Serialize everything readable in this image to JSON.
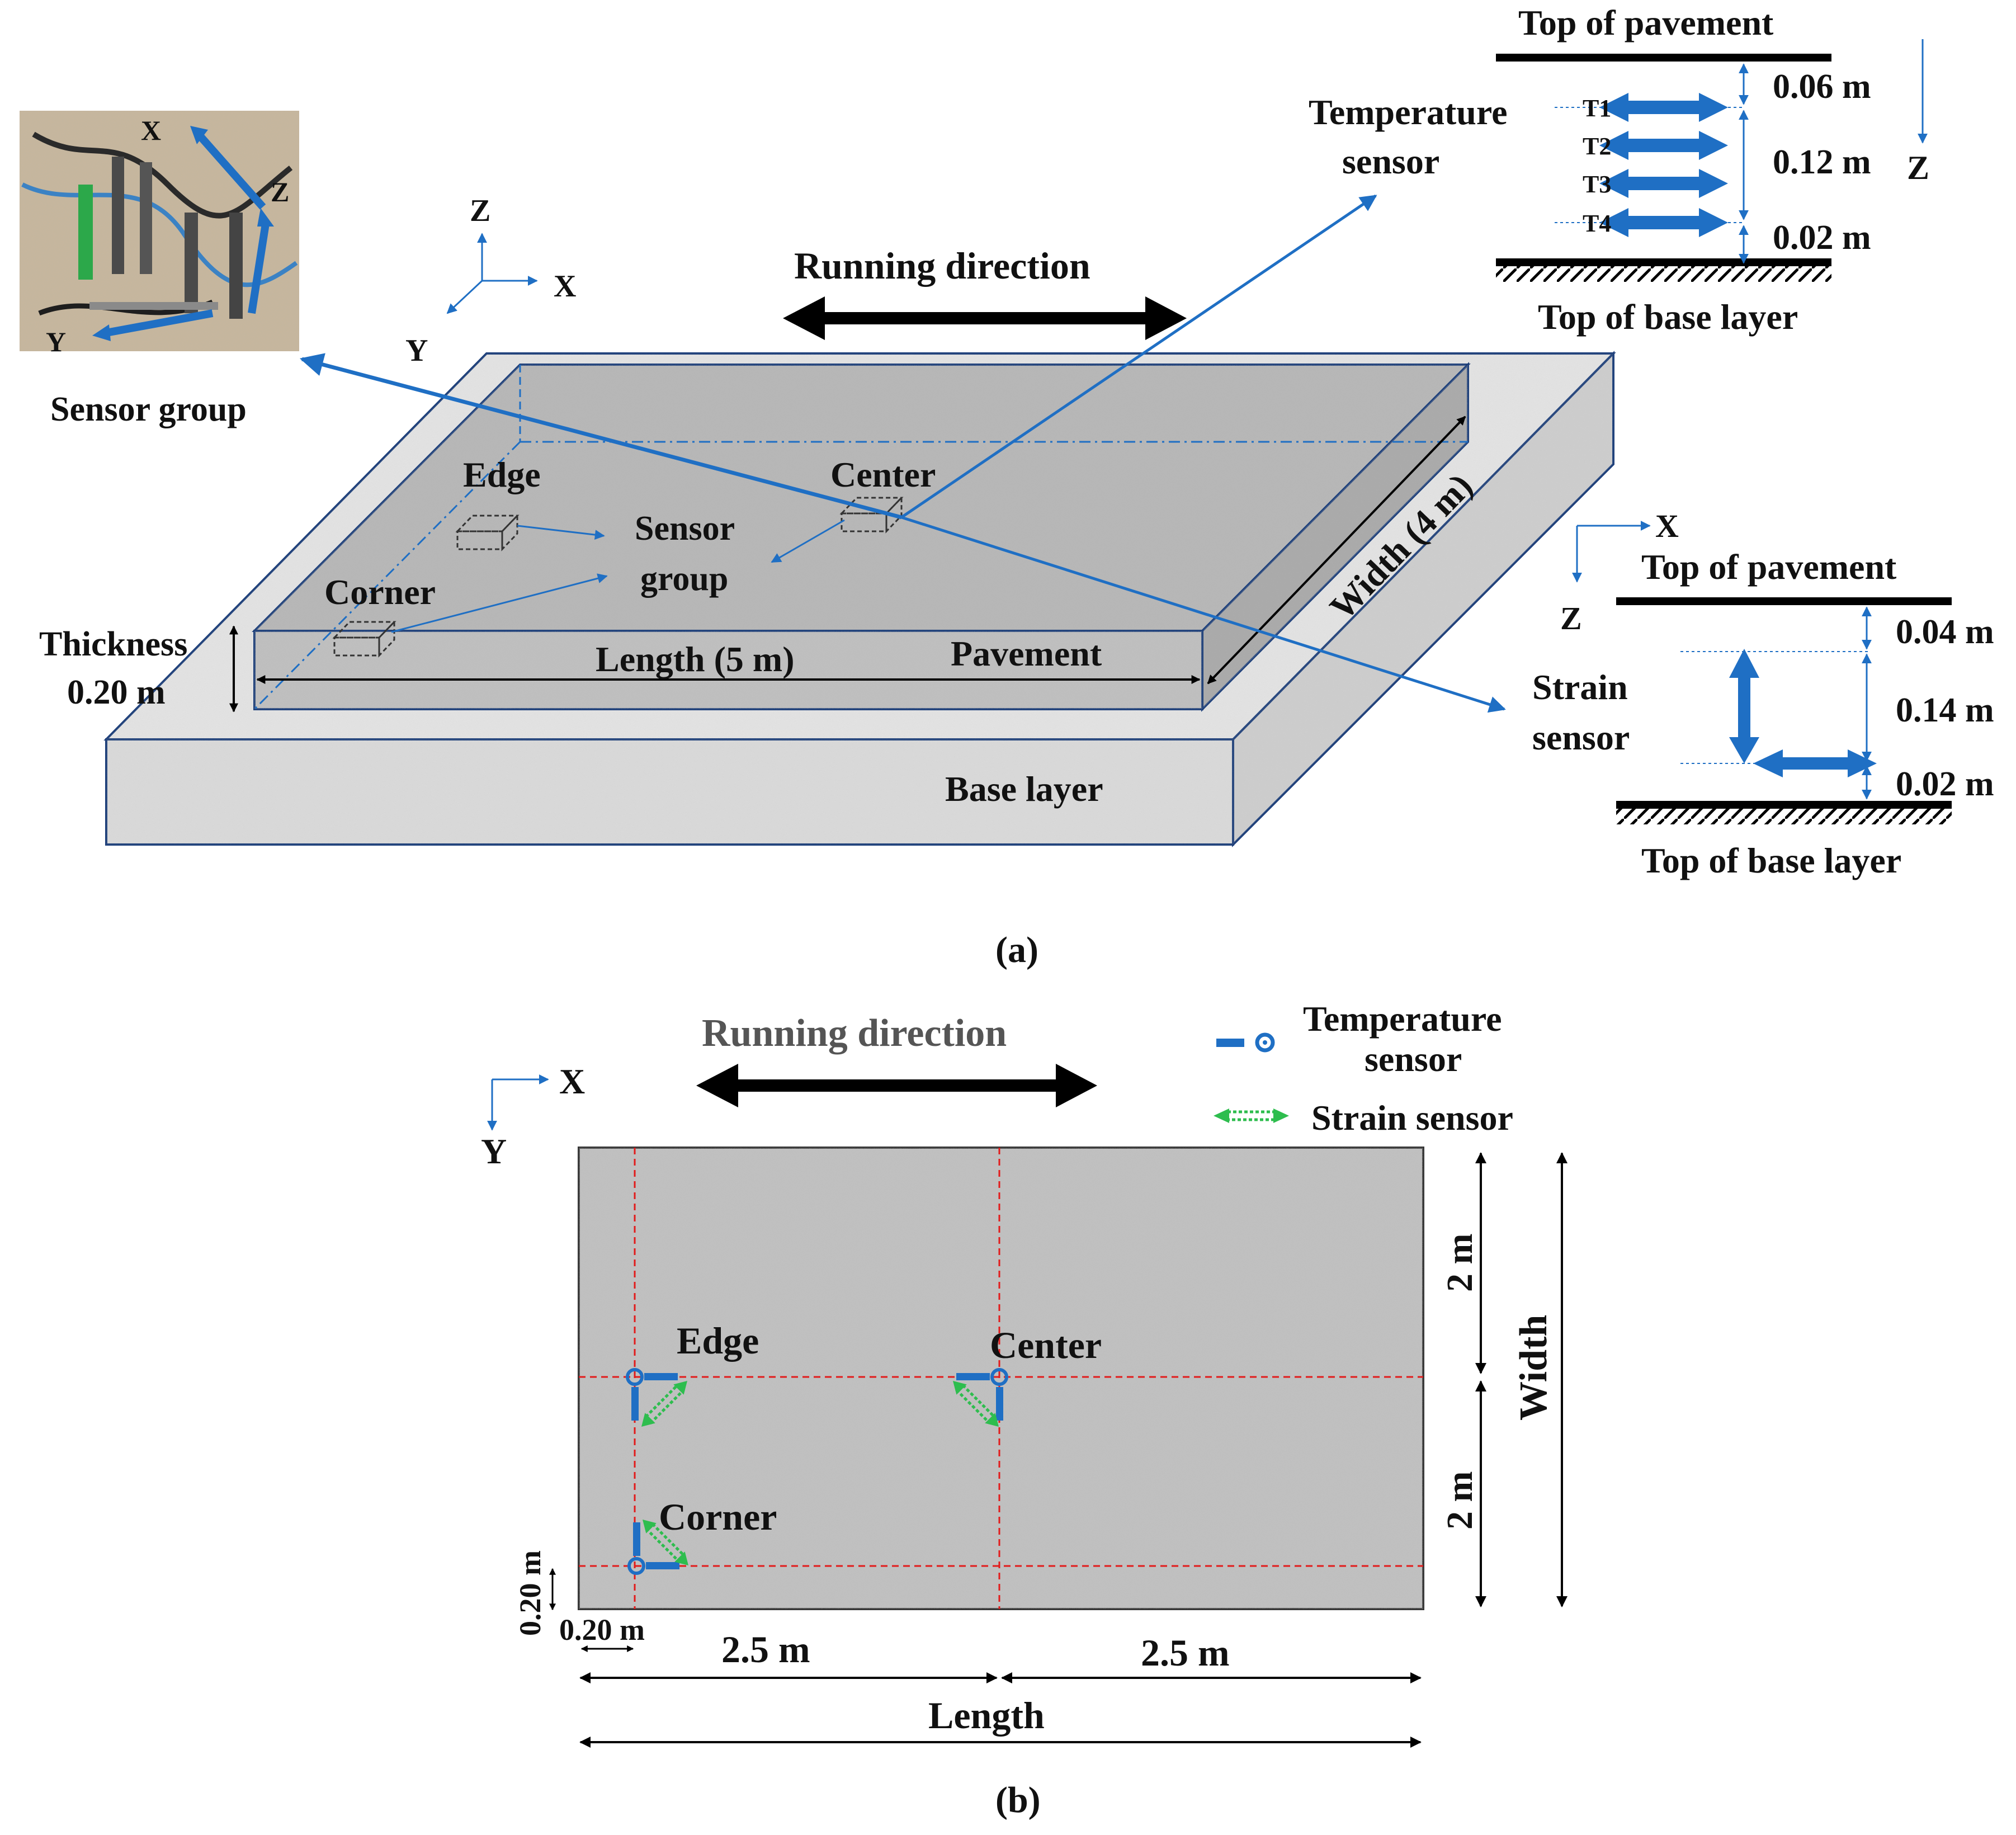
{
  "colors": {
    "blue": "#1f6fc4",
    "black": "#000000",
    "green": "#2ebd4e",
    "red": "#e21b1b",
    "text": "#111111",
    "caption": "#222222",
    "running_b": "#555555",
    "concrete": "#b9b9b9"
  },
  "panel_a": {
    "photo": {
      "axis_x": "X",
      "axis_y": "Y",
      "axis_z": "Z",
      "label": "Sensor group",
      "icon": "sensor-group-photo"
    },
    "axes": {
      "z": "Z",
      "x": "X",
      "y": "Y"
    },
    "running_direction": "Running direction",
    "slab": {
      "edge": "Edge",
      "center": "Center",
      "corner": "Corner",
      "sensor_group_line1": "Sensor",
      "sensor_group_line2": "group",
      "length": "Length (5 m)",
      "width": "Width (4 m)",
      "pavement": "Pavement",
      "base_layer": "Base layer",
      "thickness_line1": "Thickness",
      "thickness_line2": "0.20 m"
    },
    "temperature_detail": {
      "label_line1": "Temperature",
      "label_line2": "sensor",
      "top": "Top of pavement",
      "bottom": "Top of base layer",
      "sensors": [
        "T1",
        "T2",
        "T3",
        "T4"
      ],
      "dims": [
        "0.06 m",
        "0.12 m",
        "0.02 m"
      ],
      "axis": "Z"
    },
    "strain_detail": {
      "label_line1": "Strain",
      "label_line2": "sensor",
      "top": "Top of pavement",
      "bottom": "Top of base layer",
      "dims": [
        "0.04 m",
        "0.14 m",
        "0.02 m"
      ],
      "axis_x": "X",
      "axis_z": "Z"
    },
    "caption": "(a)"
  },
  "panel_b": {
    "axis_x": "X",
    "axis_y": "Y",
    "running_direction": "Running direction",
    "legend": {
      "temperature_line1": "Temperature",
      "temperature_line2": "sensor",
      "strain": "Strain sensor"
    },
    "edge": "Edge",
    "center": "Center",
    "corner": "Corner",
    "dim_2m_top": "2 m",
    "dim_2m_bottom": "2 m",
    "width": "Width",
    "dim_left_20": "0.20 m",
    "dim_bottom_20": "0.20 m",
    "dim_25_left": "2.5 m",
    "dim_25_right": "2.5 m",
    "length": "Length",
    "caption": "(b)"
  }
}
